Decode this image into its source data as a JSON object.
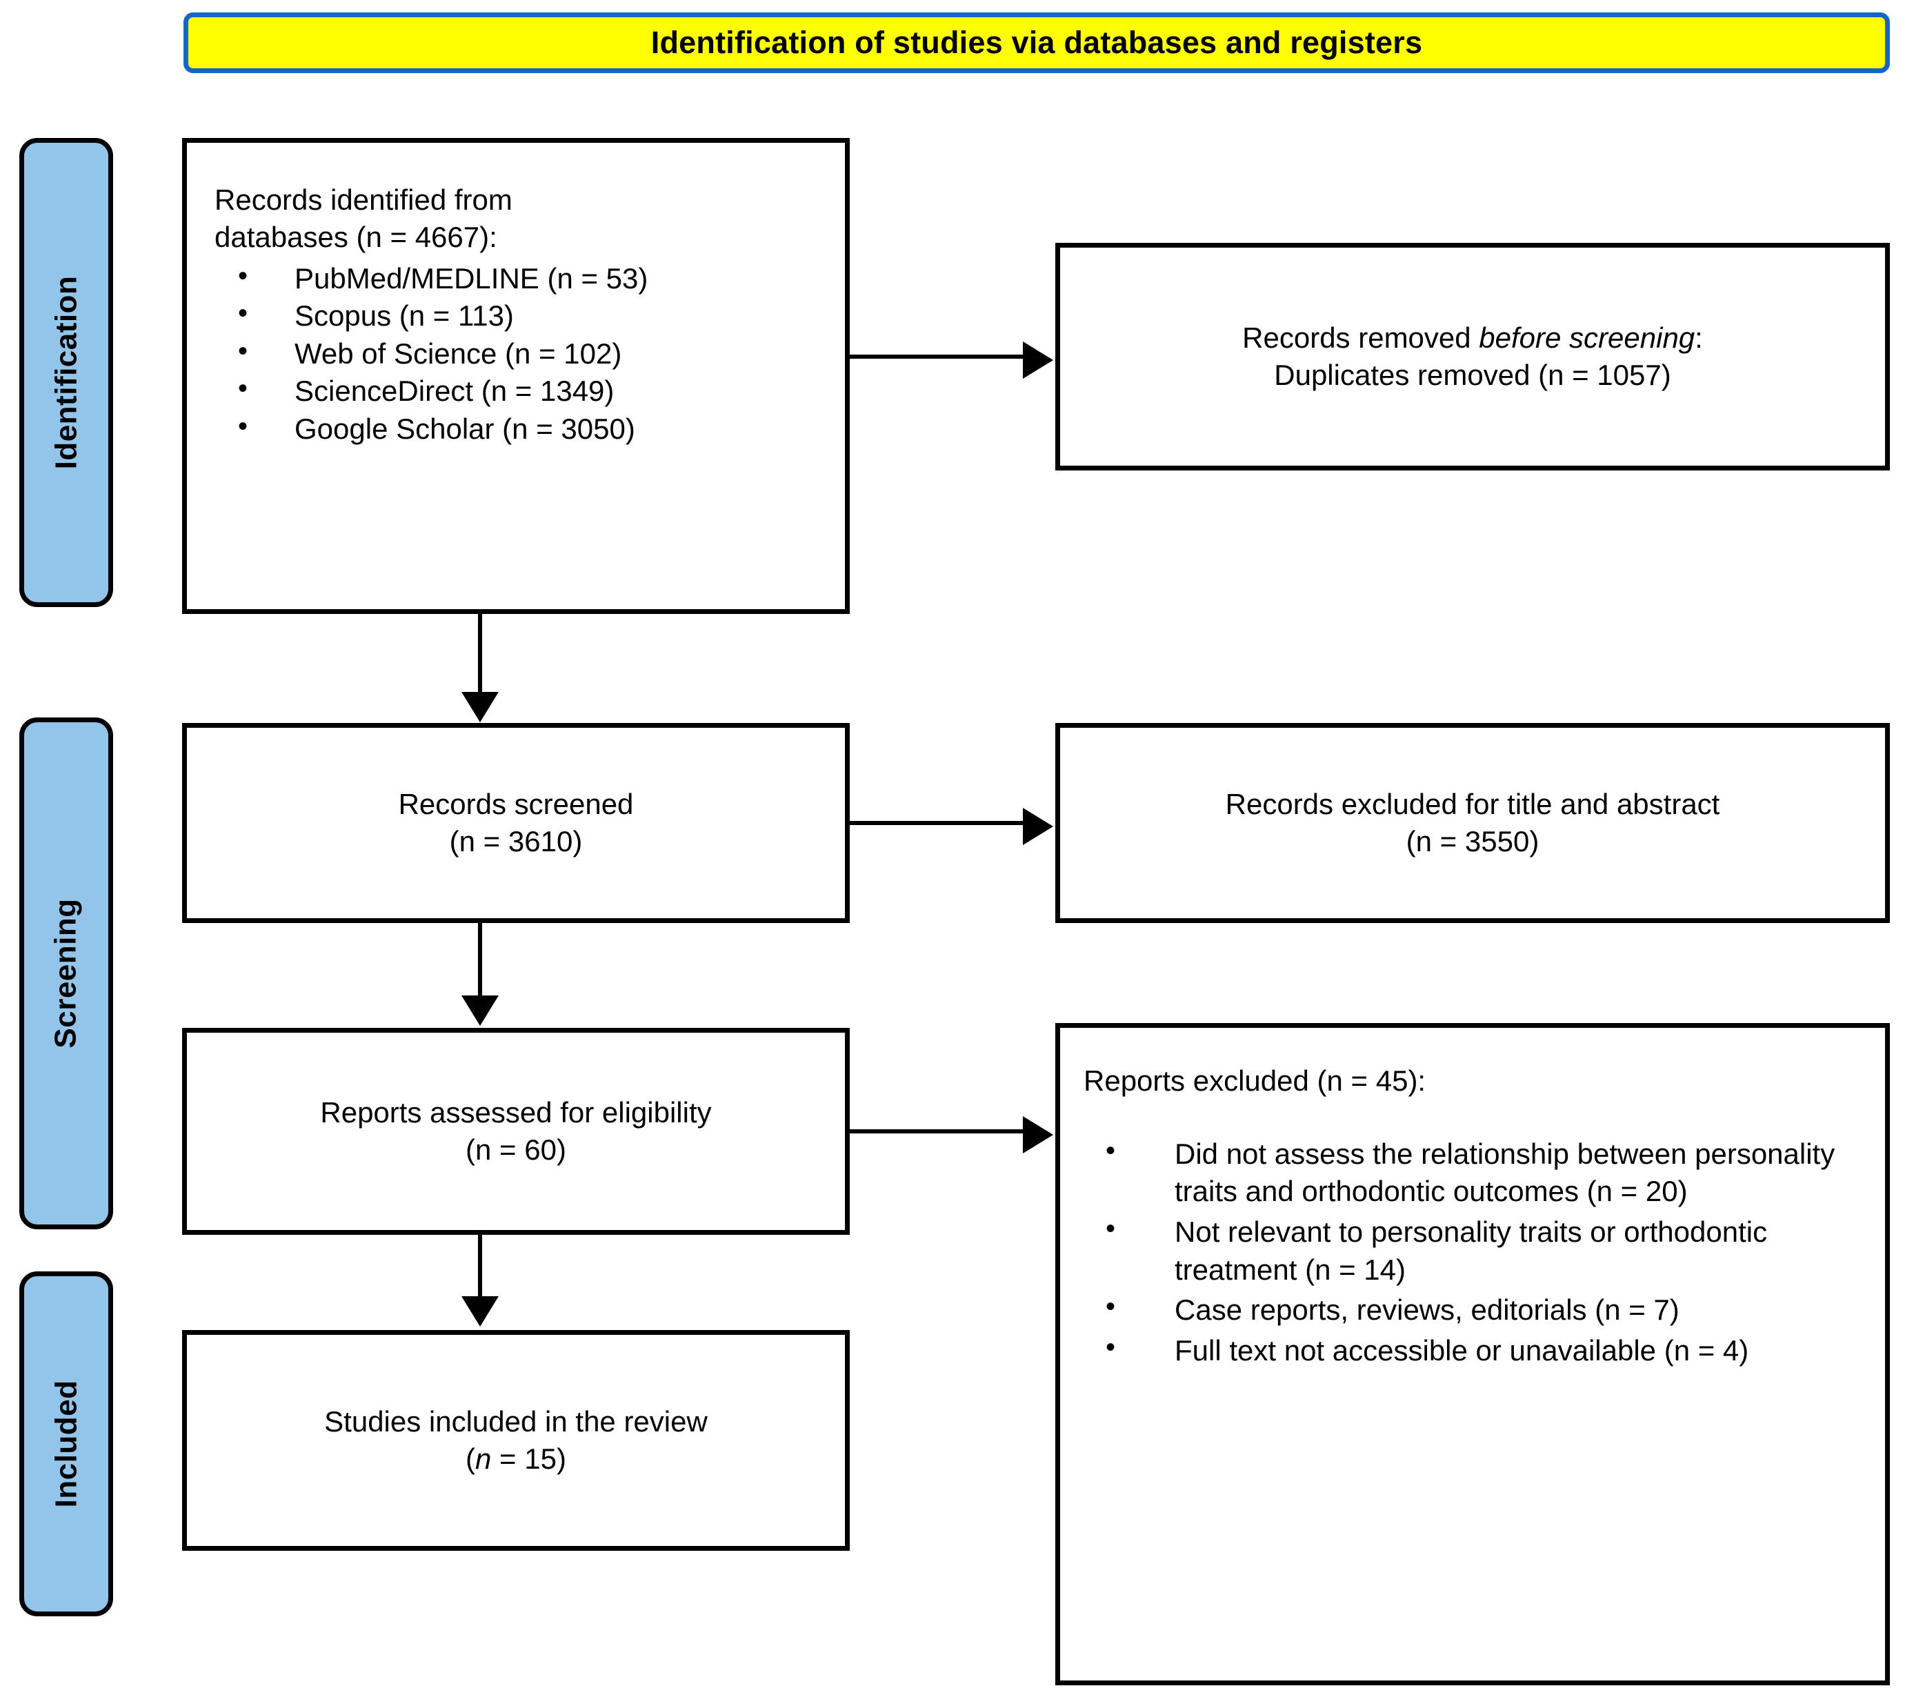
{
  "banner": {
    "title": "Identification of studies via databases and registers"
  },
  "stages": [
    {
      "id": "identification",
      "label": "Identification"
    },
    {
      "id": "screening",
      "label": "Screening"
    },
    {
      "id": "included",
      "label": "Included"
    }
  ],
  "boxes": {
    "identified": {
      "lead": "Records identified from\ndatabases (n = 4667):",
      "sources": [
        "PubMed/MEDLINE (n = 53)",
        "Scopus (n = 113)",
        "Web of Science (n = 102)",
        "ScienceDirect (n = 1349)",
        "Google Scholar (n = 3050)"
      ]
    },
    "duplicates": {
      "line1_prefix": "Records removed ",
      "line1_italic": "before screening",
      "line1_suffix": ":",
      "line2": "Duplicates removed (n = 1057)"
    },
    "screened": {
      "line1": "Records screened",
      "line2": "(n = 3610)"
    },
    "excluded_title_abstract": {
      "line1": "Records excluded for title and abstract",
      "line2": "(n = 3550)"
    },
    "eligibility": {
      "line1": "Reports assessed for eligibility",
      "line2": "(n = 60)"
    },
    "excluded_reports": {
      "lead": "Reports excluded (n = 45):",
      "reasons": [
        "Did not assess the relationship between personality traits and orthodontic outcomes (n = 20)",
        "Not relevant to personality traits or orthodontic treatment (n = 14)",
        "Case reports, reviews, editorials (n = 7)",
        "Full text not accessible or unavailable (n = 4)"
      ]
    },
    "included": {
      "line1": "Studies included in the review",
      "line2_prefix": "(",
      "line2_italic": "n",
      "line2_suffix": " = 15)"
    }
  },
  "colors": {
    "banner_fill": "#ffff00",
    "banner_border": "#1565c8",
    "stage_fill": "#92c5e9",
    "box_border": "#000000",
    "box_fill": "#ffffff",
    "text": "#000000"
  }
}
